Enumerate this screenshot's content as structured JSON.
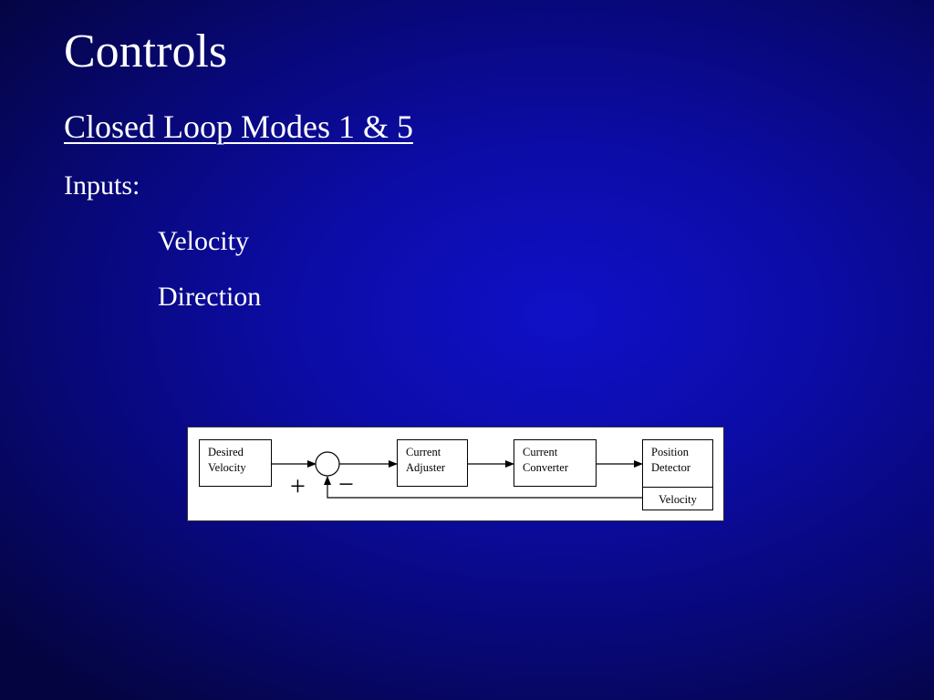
{
  "slide": {
    "title": "Controls",
    "subtitle": "Closed Loop Modes 1 & 5",
    "inputs_label": "Inputs:",
    "inputs": [
      "Velocity",
      "Direction"
    ]
  },
  "diagram": {
    "blocks": {
      "desired_velocity": "Desired\nVelocity",
      "current_adjuster": "Current\nAdjuster",
      "current_converter": "Current\nConverter",
      "position_detector": "Position\nDetector",
      "velocity_output": "Velocity"
    },
    "summing_junction": {
      "plus_sign": "+",
      "minus_sign": "−"
    }
  },
  "colors": {
    "background": "#0c0ca6",
    "text": "#ffffff",
    "diagram_background": "#ffffff",
    "diagram_lines": "#000000"
  }
}
